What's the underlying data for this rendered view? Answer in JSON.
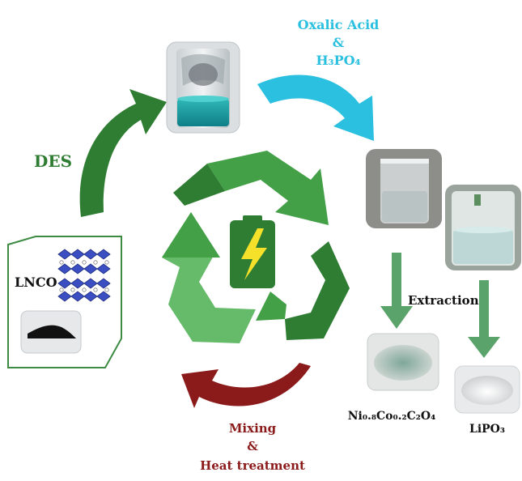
{
  "labels": {
    "des": "DES",
    "oxalic_line1": "Oxalic Acid",
    "oxalic_line2": "&",
    "oxalic_line3": "H₃PO₄",
    "extraction": "Extraction",
    "nico_product": "Ni₀.₈Co₀.₂C₂O₄",
    "lipo3": "LiPO₃",
    "lnco": "LNCO",
    "mixing_line1": "Mixing",
    "mixing_line2": "&",
    "mixing_line3": "Heat treatment"
  },
  "colors": {
    "des_green": "#2e7d32",
    "oxalic_blue": "#2bc0df",
    "recycle_dark": "#2e7d32",
    "recycle_mid": "#43a047",
    "recycle_light": "#66bb6a",
    "extraction_green": "#5aa36a",
    "heat_red": "#8b1a1a",
    "battery_body": "#2e7d32",
    "bolt": "#f5e02a",
    "crystal_blue": "#3b4fc2"
  },
  "icons": {
    "center": "recycle-battery-icon"
  }
}
